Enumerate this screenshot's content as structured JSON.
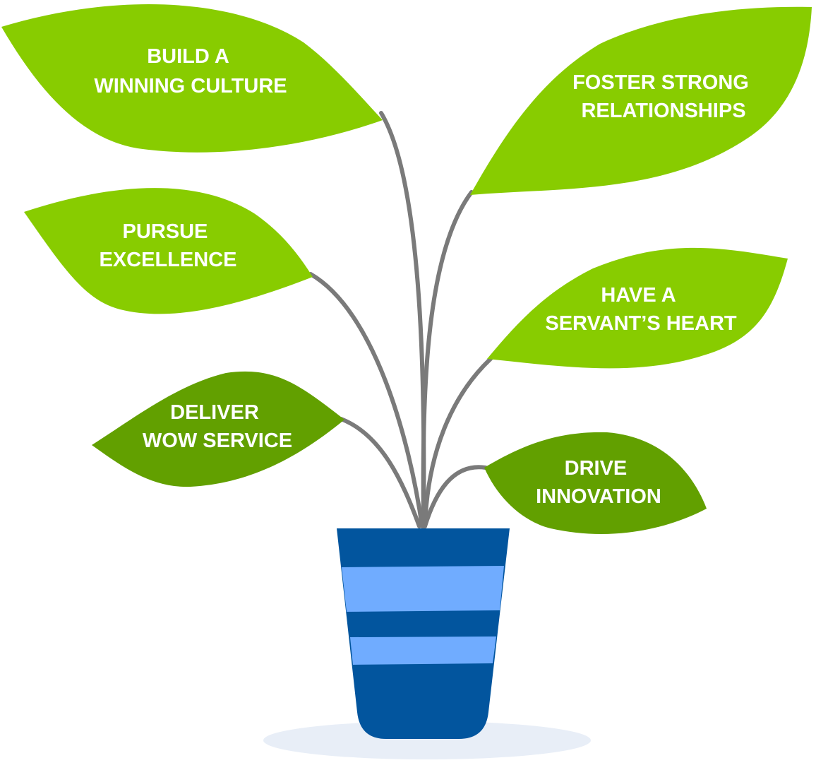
{
  "colors": {
    "leaf_light": "#88cc00",
    "leaf_dark": "#62a000",
    "stem": "#7a7a7a",
    "pot_dark": "#02559e",
    "pot_light": "#70acff",
    "shadow": "#e8eef7",
    "label_text": "#ffffff"
  },
  "leaves": {
    "build_culture": {
      "line1": "BUILD A",
      "line2": "WINNING CULTURE"
    },
    "foster_relationships": {
      "line1": "FOSTER STRONG",
      "line2": "RELATIONSHIPS"
    },
    "pursue_excellence": {
      "line1": "PURSUE",
      "line2": "EXCELLENCE"
    },
    "servants_heart": {
      "line1": "HAVE A",
      "line2": "SERVANT’S HEART"
    },
    "deliver_wow": {
      "line1": "DELIVER",
      "line2": "WOW SERVICE"
    },
    "drive_innovation": {
      "line1": "DRIVE",
      "line2": "INNOVATION"
    }
  }
}
